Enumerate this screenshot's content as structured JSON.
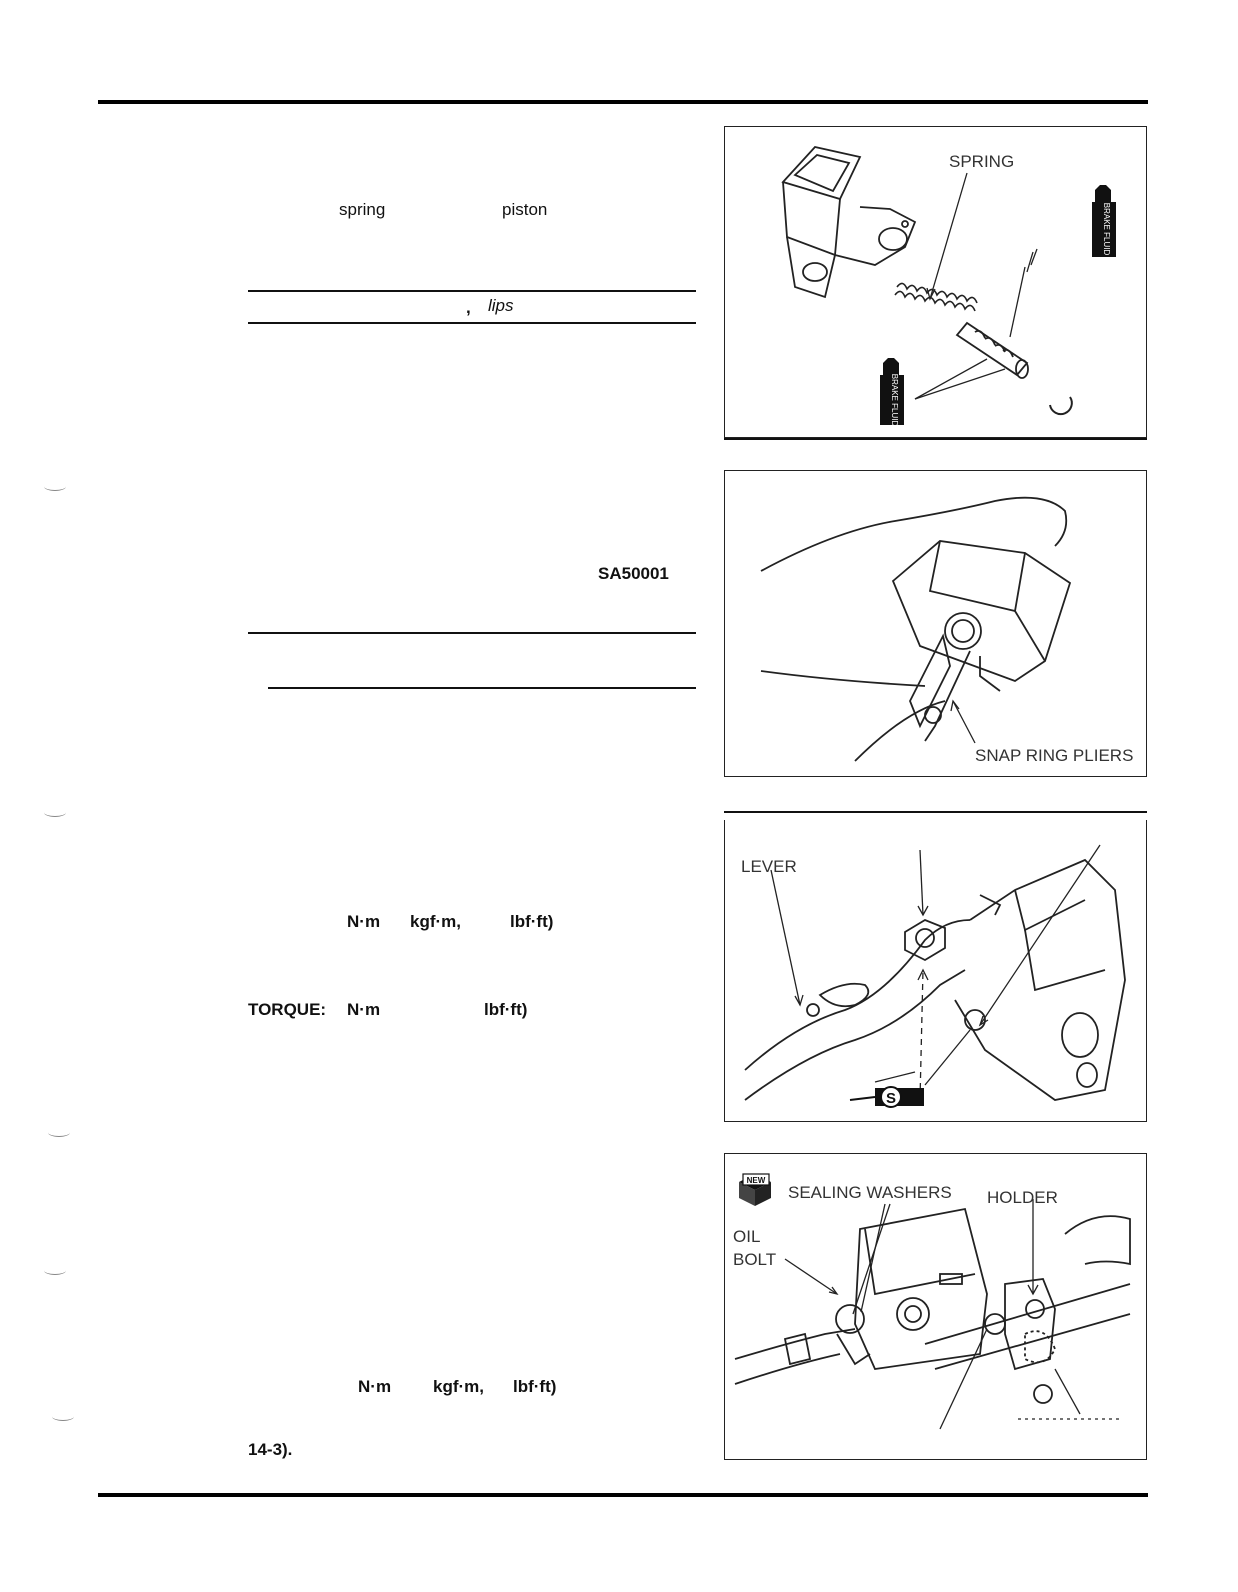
{
  "text": {
    "spring": "spring",
    "piston": "piston",
    "lips_comma": ",",
    "lips": "lips",
    "code": "SA50001",
    "nm1": "N·m",
    "kgfm1": "kgf·m,",
    "lbfft1": "lbf·ft)",
    "torque": "TORQUE:",
    "nm2": "N·m",
    "lbfft2": "lbf·ft)",
    "nm3": "N·m",
    "kgfm3": "kgf·m,",
    "lbfft3": "lbf·ft)",
    "ref": "14-3)."
  },
  "figures": {
    "fig1": {
      "spring": "SPRING",
      "fluid_top": "BRAKE FLUID",
      "fluid_bottom": "BRAKE FLUID"
    },
    "fig2": {
      "pliers": "SNAP RING PLIERS"
    },
    "fig3": {
      "lever": "LEVER",
      "grease": "S"
    },
    "fig4": {
      "new": "NEW",
      "washers": "SEALING WASHERS",
      "holder": "HOLDER",
      "oil": "OIL",
      "bolt": "BOLT"
    }
  }
}
